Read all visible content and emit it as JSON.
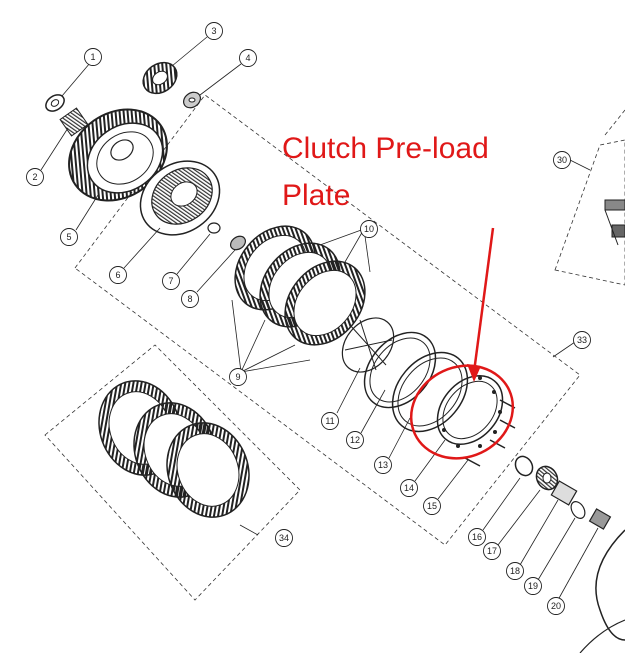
{
  "annotation": {
    "line1": "Clutch Pre-load",
    "line2": "Plate",
    "color": "#e01818"
  },
  "part_labels": [
    "1",
    "2",
    "3",
    "4",
    "5",
    "6",
    "7",
    "8",
    "9",
    "10",
    "11",
    "12",
    "13",
    "14",
    "15",
    "16",
    "17",
    "18",
    "19",
    "20",
    "30",
    "33",
    "34"
  ],
  "colors": {
    "line": "#222222",
    "accent": "#e01818"
  }
}
